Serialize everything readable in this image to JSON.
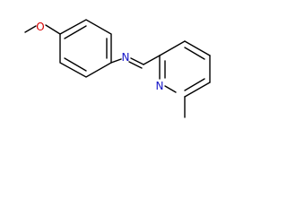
{
  "molecule": {
    "atoms": {
      "oxygen": "O",
      "imine_nitrogen": "N",
      "pyridine_nitrogen": "N"
    },
    "colors": {
      "bond": "#000000",
      "oxygen": "#d40000",
      "nitrogen": "#1414c8"
    }
  }
}
